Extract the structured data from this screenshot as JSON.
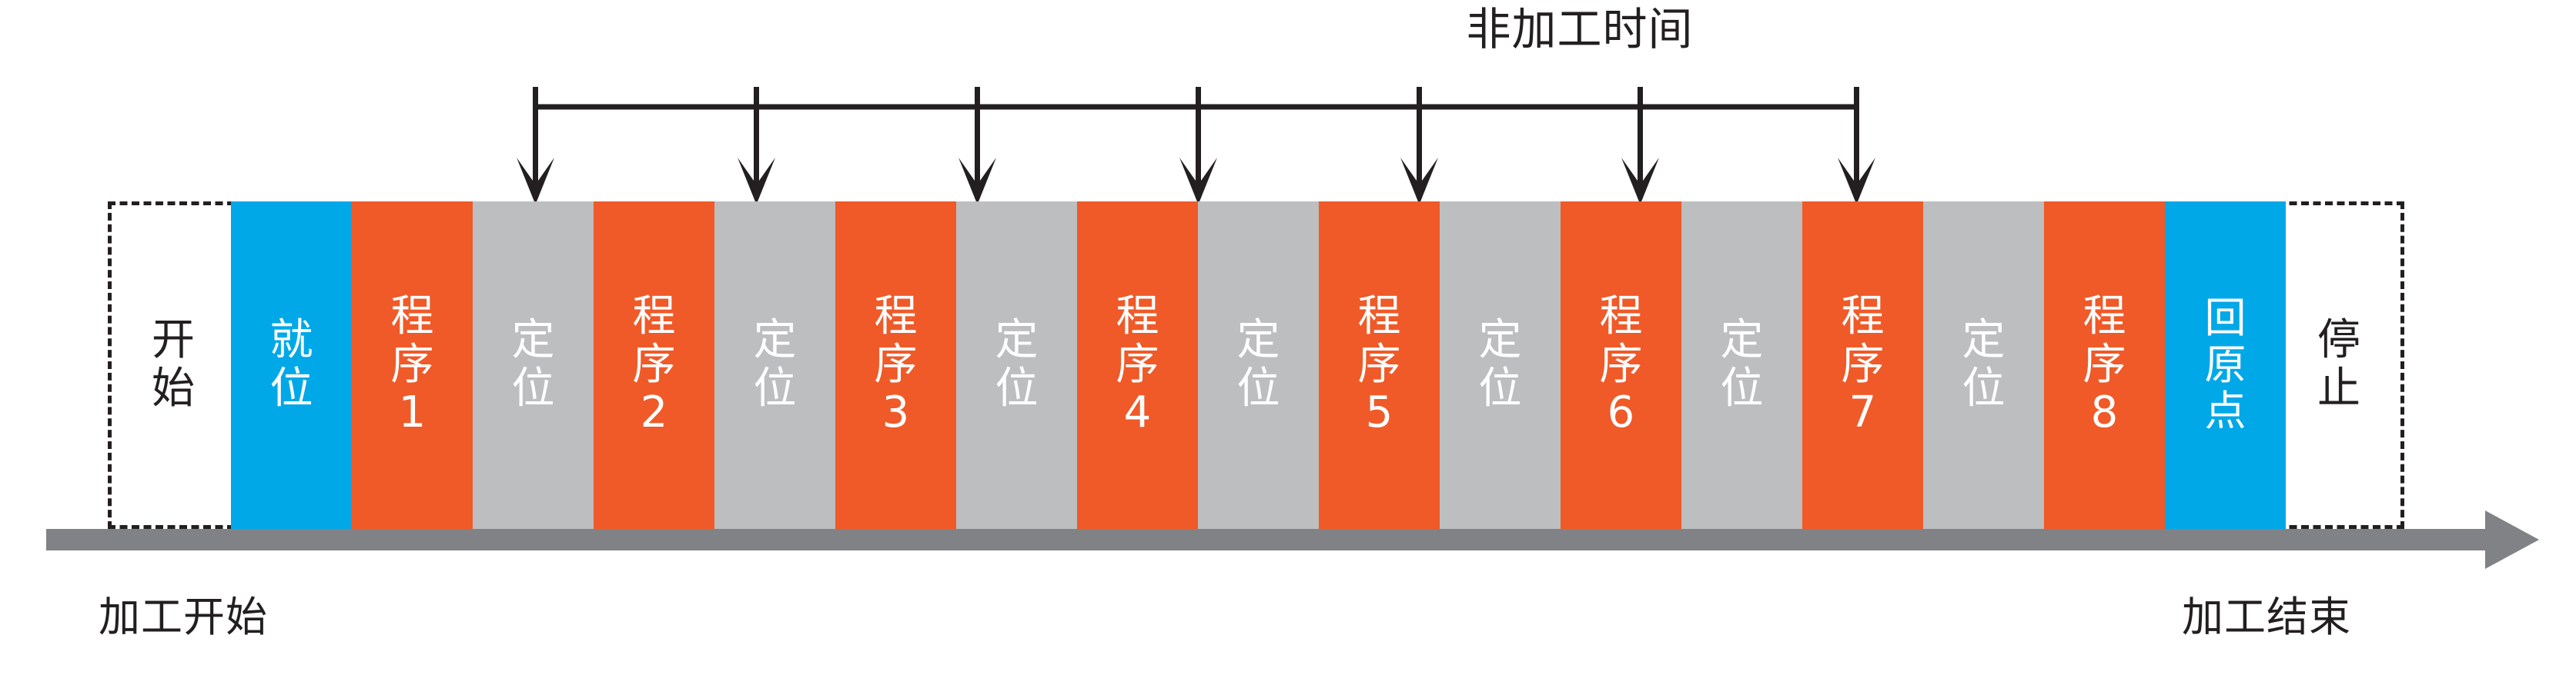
{
  "title": "非加工时间",
  "colors": {
    "blue": "#00a8e8",
    "orange": "#ef5a28",
    "gray": "#bcbec0",
    "ink": "#231f20",
    "axis": "#808285"
  },
  "left_box": {
    "label": "开\n始"
  },
  "right_box": {
    "label": "停\n止"
  },
  "captions": {
    "start": "加工开始",
    "end": "加工结束"
  },
  "segments": [
    {
      "label": "就\n位",
      "type": "blue"
    },
    {
      "label": "程\n序\n1",
      "type": "orange"
    },
    {
      "label": "定\n位",
      "type": "gray"
    },
    {
      "label": "程\n序\n2",
      "type": "orange"
    },
    {
      "label": "定\n位",
      "type": "gray"
    },
    {
      "label": "程\n序\n3",
      "type": "orange"
    },
    {
      "label": "定\n位",
      "type": "gray"
    },
    {
      "label": "程\n序\n4",
      "type": "orange"
    },
    {
      "label": "定\n位",
      "type": "gray"
    },
    {
      "label": "程\n序\n5",
      "type": "orange"
    },
    {
      "label": "定\n位",
      "type": "gray"
    },
    {
      "label": "程\n序\n6",
      "type": "orange"
    },
    {
      "label": "定\n位",
      "type": "gray"
    },
    {
      "label": "程\n序\n7",
      "type": "orange"
    },
    {
      "label": "定\n位",
      "type": "gray"
    },
    {
      "label": "程\n序\n8",
      "type": "orange"
    },
    {
      "label": "回\n原\n点",
      "type": "blue"
    }
  ],
  "callout_arrow_count": 7,
  "axis_label": "time-axis-arrow"
}
